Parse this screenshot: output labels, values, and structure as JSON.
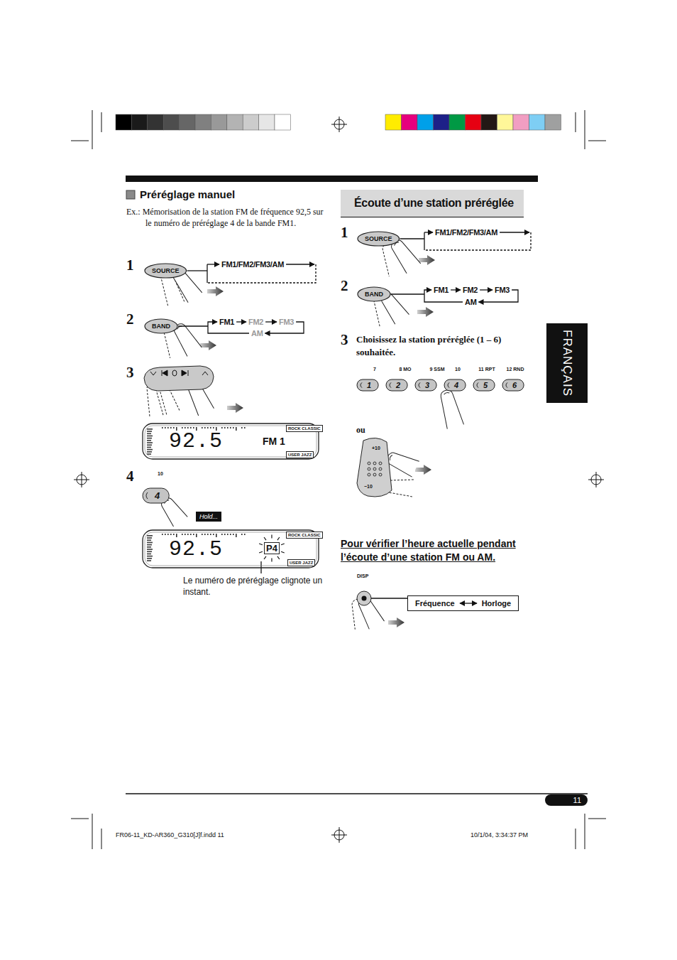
{
  "diagram": {
    "nodes": [
      {
        "text": [
          "SOURCE"
        ]
      },
      {
        "text": [
          "BAND"
        ]
      },
      {
        "text": [
          "ROCK CLASSIC",
          "92.5",
          "FM 1",
          "USER JAZZ"
        ]
      },
      {
        "text": [
          "4"
        ]
      },
      {
        "text": [
          "Hold..."
        ]
      },
      {
        "text": [
          "ROCK CLASSIC",
          "92.5",
          "P4",
          "USER JAZZ"
        ]
      },
      {
        "text": [
          "Écoute d’une station préréglée"
        ]
      },
      {
        "text": [
          "SOURCE"
        ]
      },
      {
        "text": [
          "BAND"
        ]
      },
      {
        "text": [
          "1"
        ]
      },
      {
        "text": [
          "2"
        ]
      },
      {
        "text": [
          "3"
        ]
      },
      {
        "text": [
          "4"
        ]
      },
      {
        "text": [
          "5"
        ]
      },
      {
        "text": [
          "6"
        ]
      },
      {
        "text": [
          "Fréquence",
          "Horloge"
        ]
      },
      {
        "text": [
          "FRANÇAIS"
        ]
      },
      {
        "text": [
          "11"
        ]
      }
    ],
    "labels": [
      "Préréglage manuel",
      "Ex.: Mémorisation de la station FM de fréquence 92,5 sur le numéro de préréglage 4 de la bande FM1.",
      "1",
      "FM1/FM2/FM3/AM",
      "2",
      "FM1",
      "FM2",
      "FM3",
      "AM",
      "3",
      "4",
      "10",
      "Le numéro de préréglage clignote un instant.",
      "1",
      "FM1/FM2/FM3/AM",
      "2",
      "FM1",
      "FM2",
      "FM3",
      "AM",
      "3",
      "Choisissez la station préréglée (1 – 6) souhaitée.",
      "7",
      "8 MO",
      "9 SSM",
      "10",
      "11 RPT",
      "12 RND",
      "ou",
      "+10",
      "−10",
      "Pour vérifier l’heure actuelle pendant l’écoute d’une station FM ou AM.",
      "DISP",
      "FR06-11_KD-AR360_G310[J]f.indd 11",
      "10/1/04, 3:34:37 PM"
    ]
  }
}
